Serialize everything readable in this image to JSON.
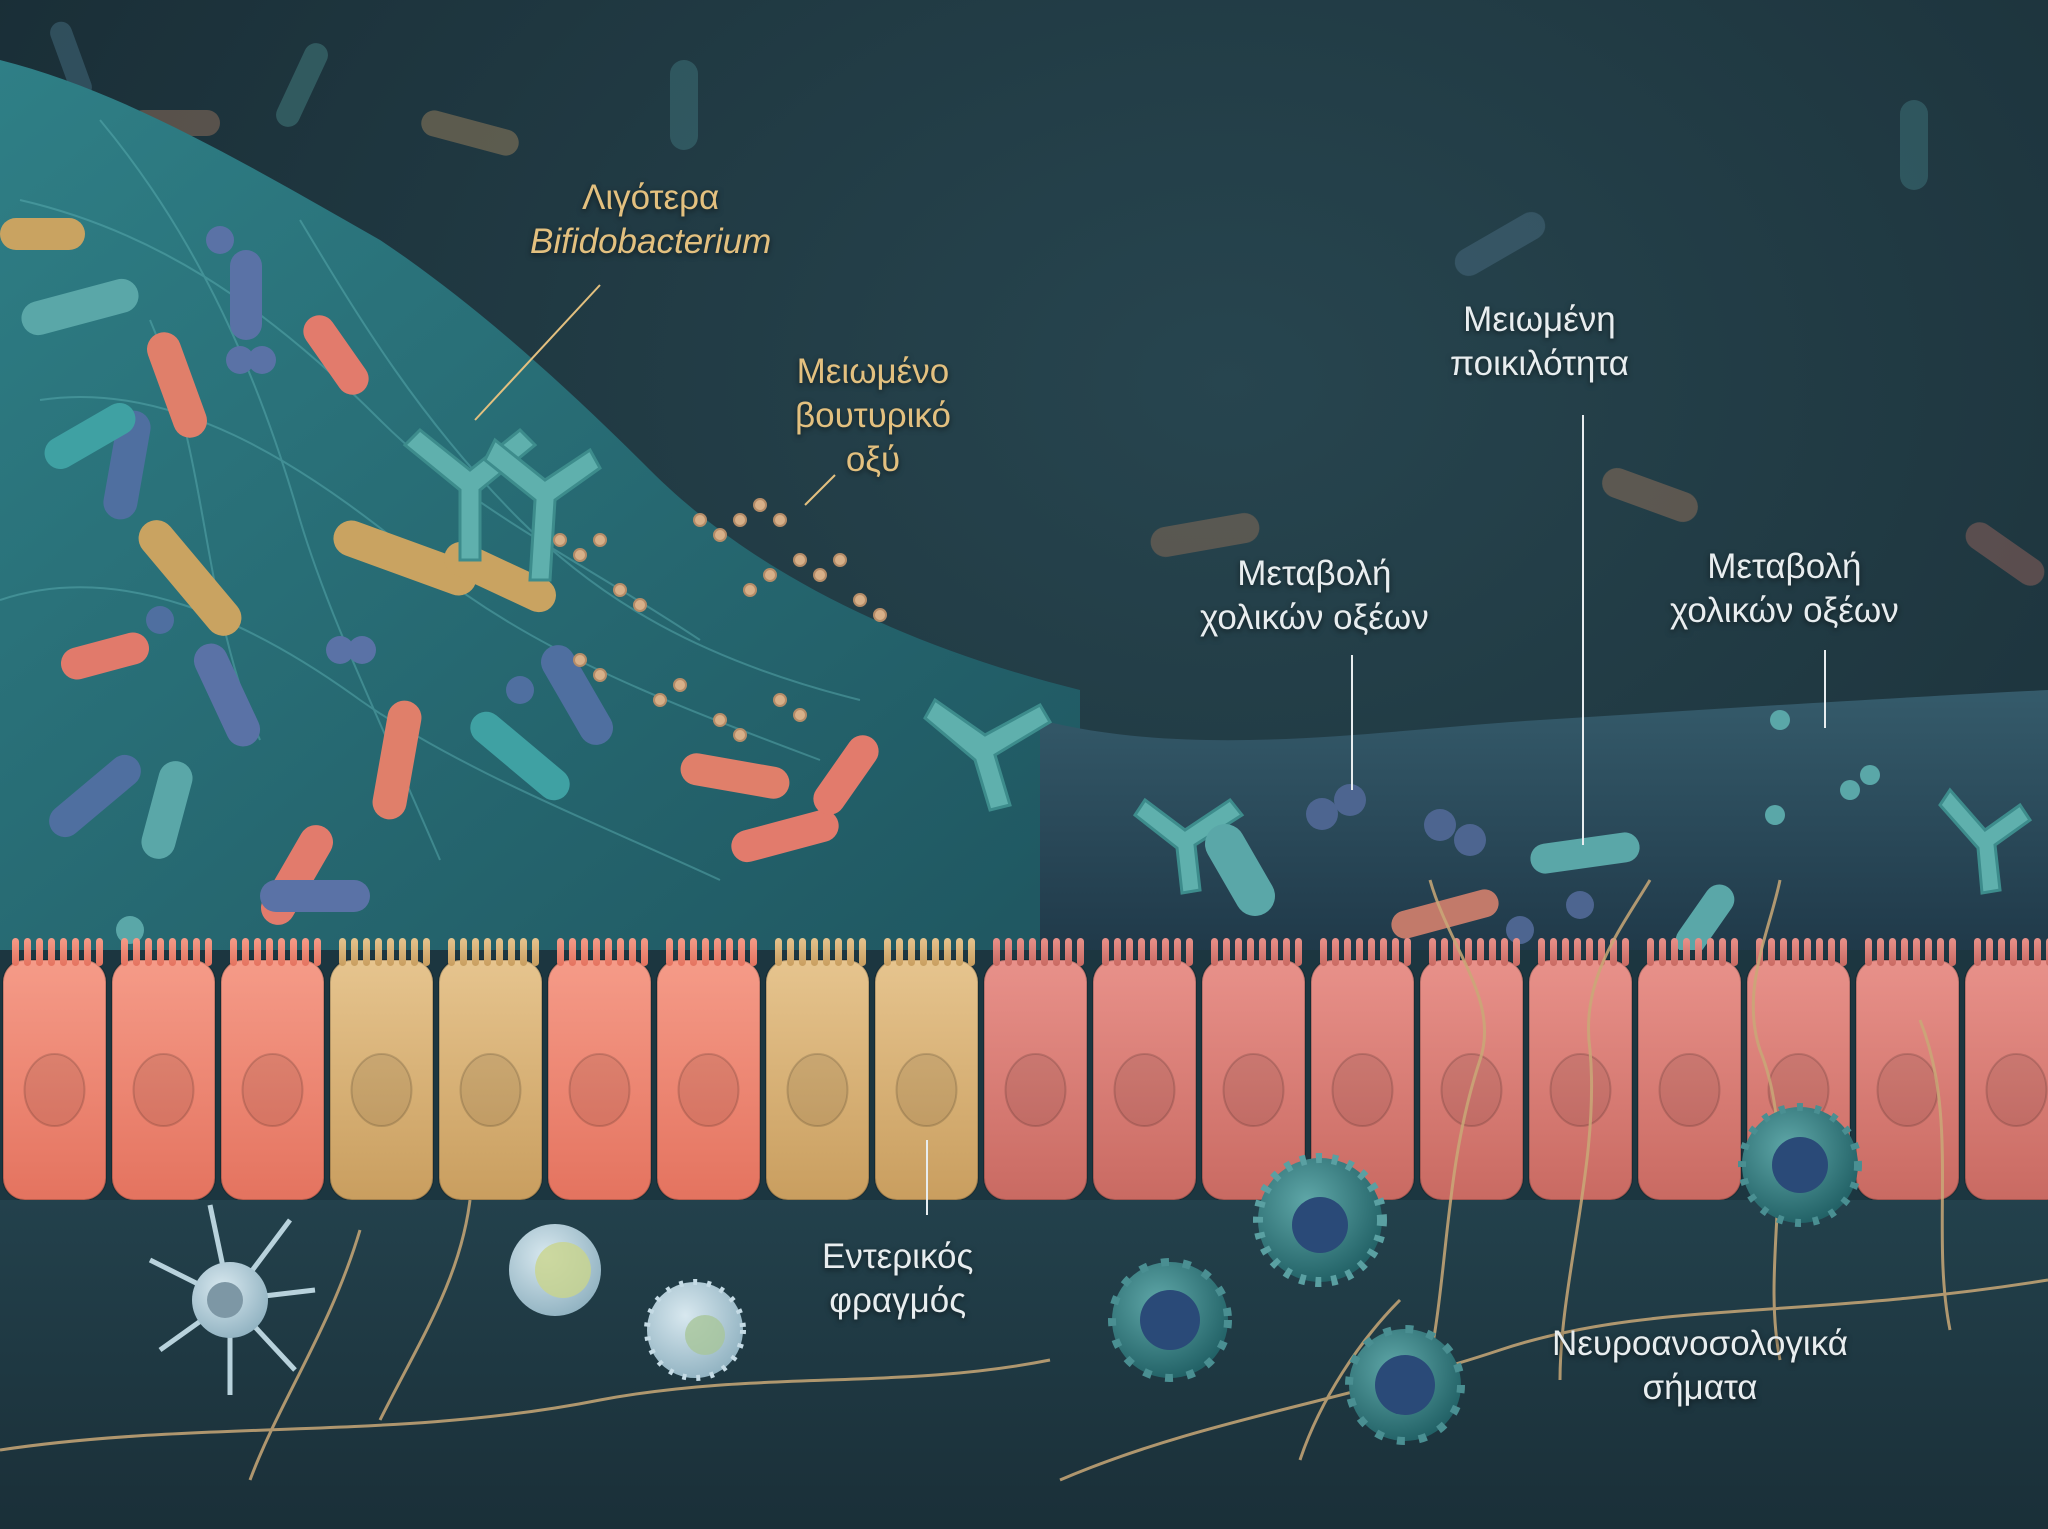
{
  "labels": {
    "fewer_bifido": {
      "line1": "Λιγότερα",
      "line2": "Bifidobacterium"
    },
    "butyrate": {
      "line1": "Μειωμένο",
      "line2": "βουτυρικό",
      "line3": "οξύ"
    },
    "diversity": {
      "line1": "Μειωμένη",
      "line2": "ποικιλότητα"
    },
    "bile_acids_1": {
      "line1": "Μεταβολή",
      "line2": "χολικών οξέων"
    },
    "bile_acids_2": {
      "line1": "Μεταβολή",
      "line2": "χολικών οξέων"
    },
    "barrier": {
      "line1": "Εντερικός",
      "line2": "φραγμός"
    },
    "neuroimmune": {
      "line1": "Νευροανοσολογικά",
      "line2": "σήματα"
    }
  },
  "colors": {
    "background": "#1b3039",
    "label_gold": "#e3c07f",
    "label_white": "#e8edef",
    "epithelium_healthy": "#ef8c7a",
    "epithelium_stressed": "#d8b47c",
    "epithelium_right": "#e07e76",
    "biofilm_teal": "#2f6f76",
    "thin_mucus": "#2c4857",
    "nerve_fiber": "#c9a877"
  }
}
